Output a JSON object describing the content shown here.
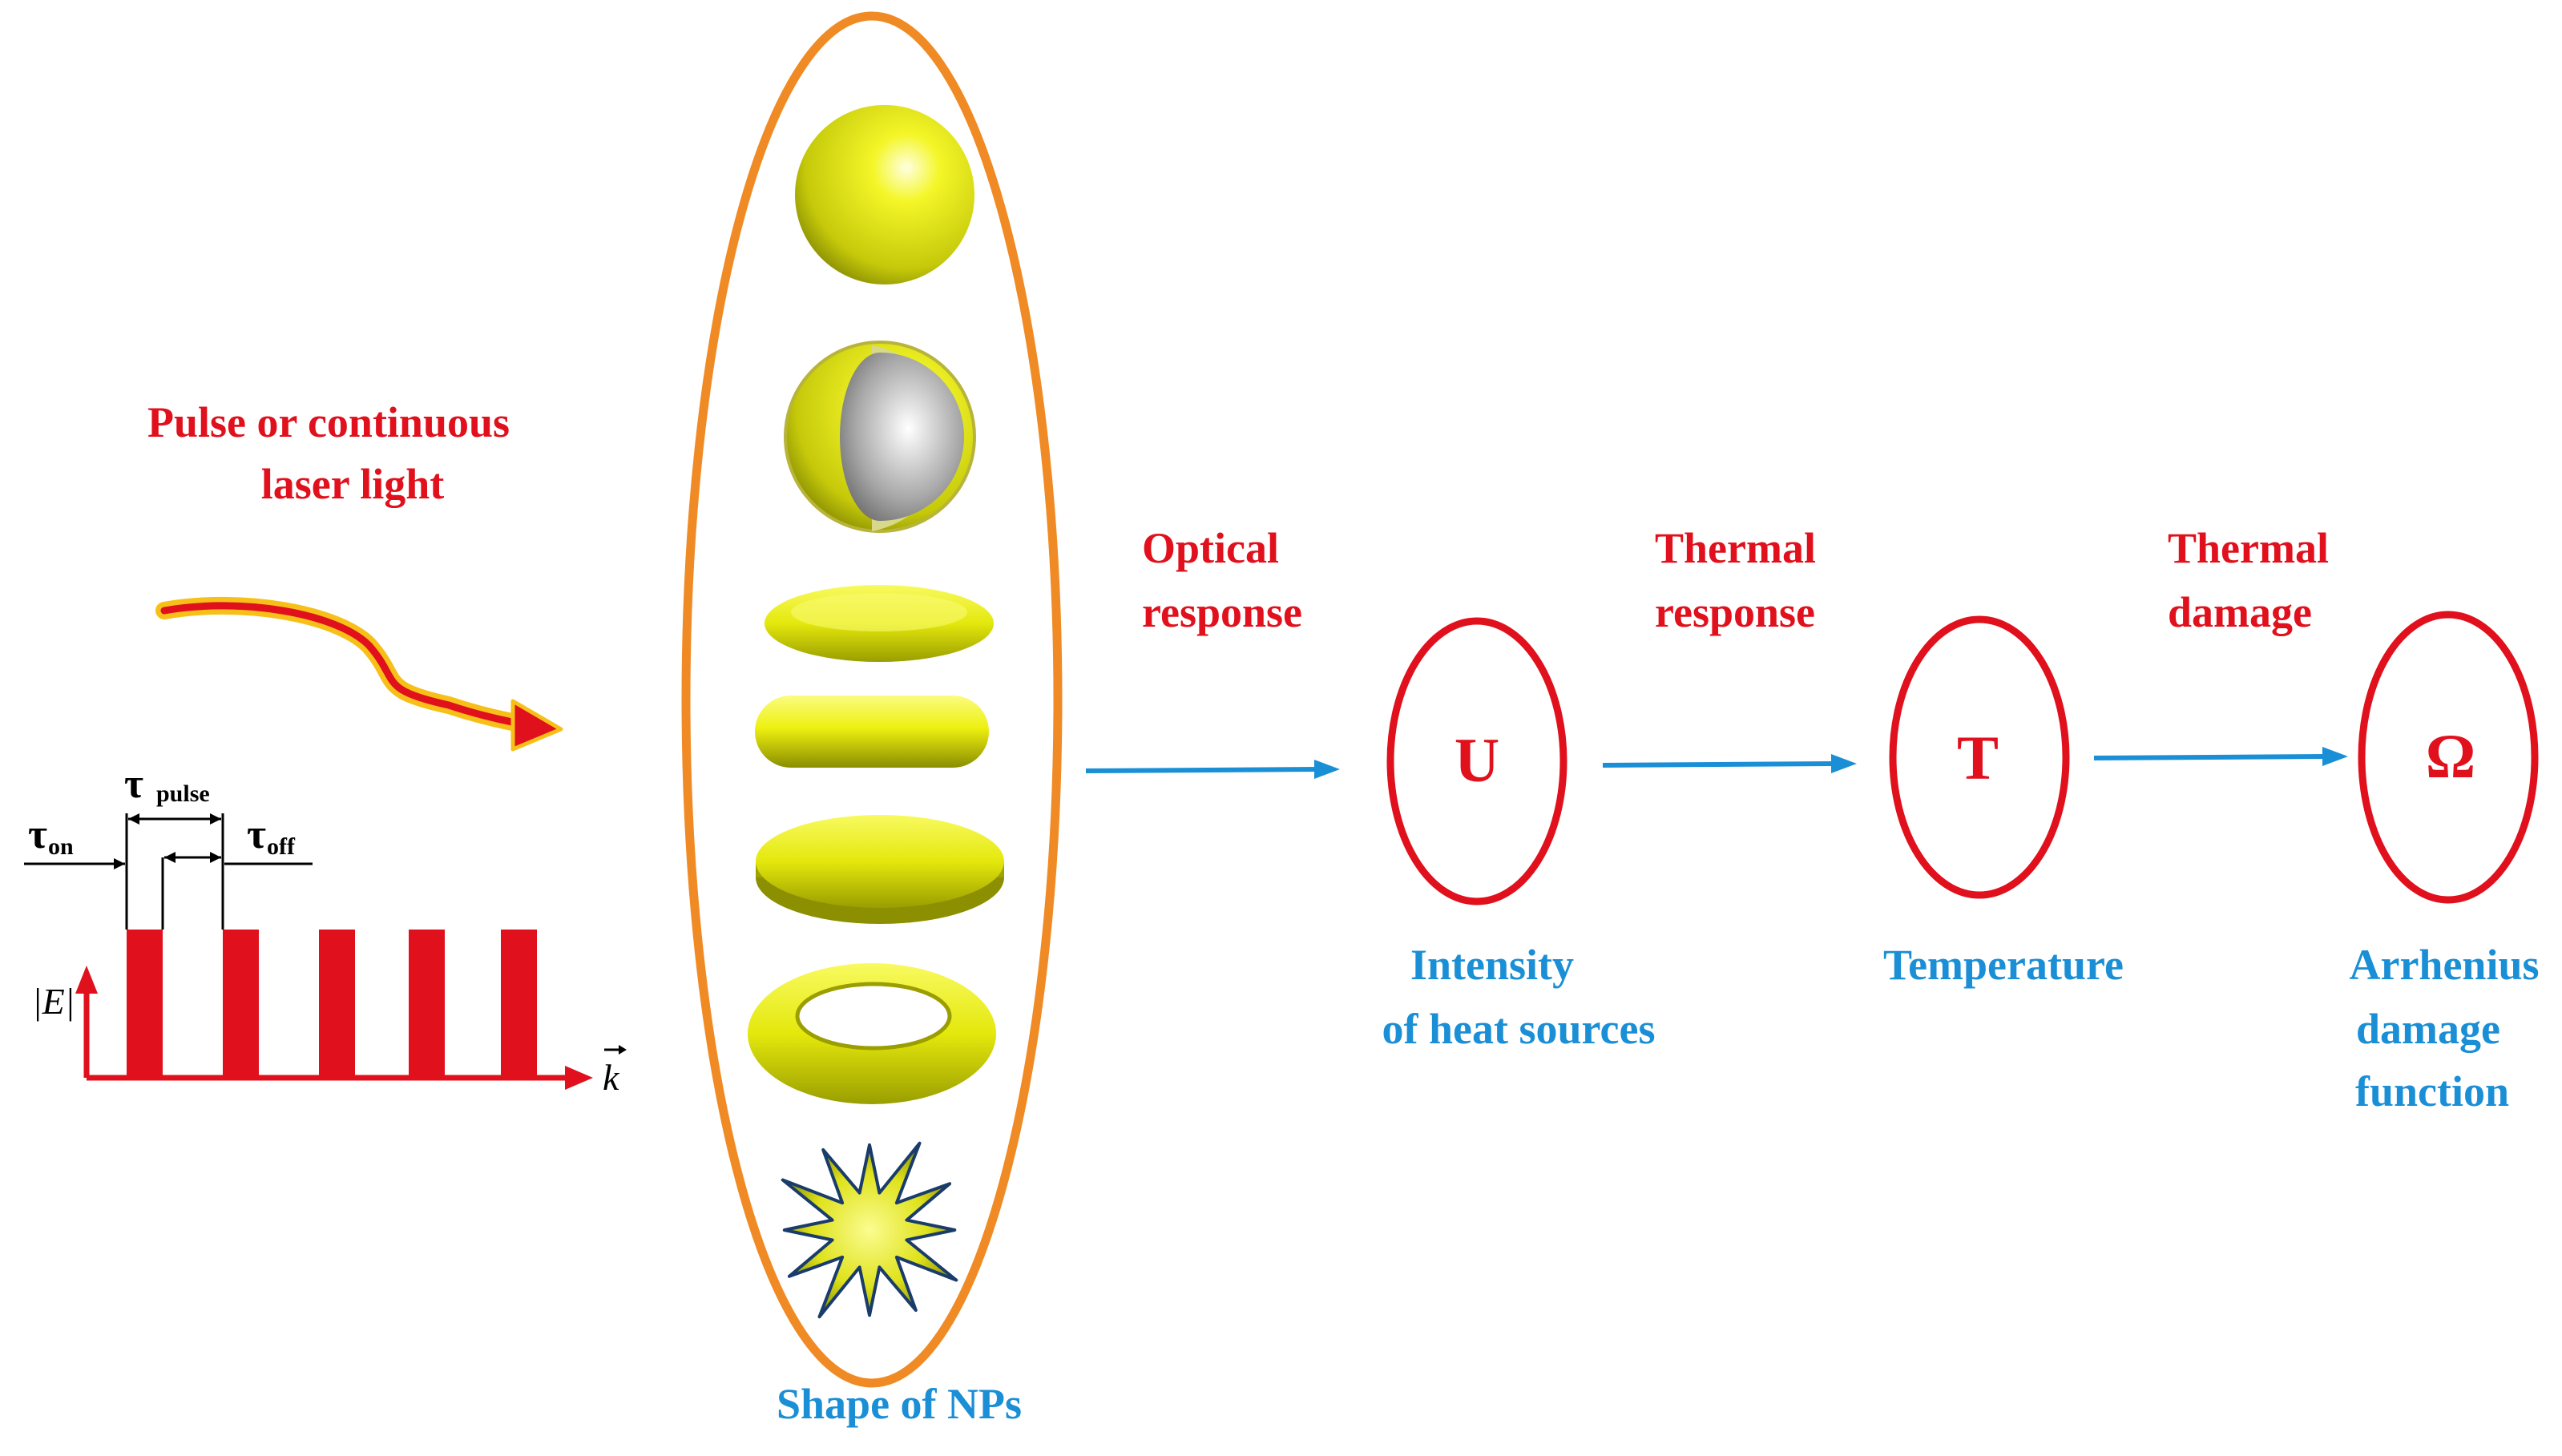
{
  "laser": {
    "title_line1": "Pulse or continuous",
    "title_line2": "laser light"
  },
  "pulse_diagram": {
    "tau_symbol": "τ",
    "tau_pulse_sub": "pulse",
    "tau_on_sub": "on",
    "tau_off_sub": "off",
    "y_axis_label": "|E|",
    "x_axis_label": "k",
    "pulse_count": 5
  },
  "nanoparticles": {
    "caption": "Shape of NPs",
    "shapes": [
      "sphere",
      "core-shell",
      "ellipsoid",
      "rod",
      "disk",
      "torus",
      "star"
    ]
  },
  "flow": {
    "step1_label_line1": "Optical",
    "step1_label_line2": "response",
    "step2_label_line1": "Thermal",
    "step2_label_line2": "response",
    "step3_label_line1": "Thermal",
    "step3_label_line2": "damage"
  },
  "nodes": [
    {
      "symbol": "U",
      "caption_line1": "Intensity",
      "caption_line2": "of heat sources",
      "caption_line3": ""
    },
    {
      "symbol": "T",
      "caption_line1": "Temperature",
      "caption_line2": "",
      "caption_line3": ""
    },
    {
      "symbol": "Ω",
      "caption_line1": "Arrhenius",
      "caption_line2": "damage",
      "caption_line3": "function"
    }
  ],
  "colors": {
    "red": "#e0101c",
    "blue": "#1a8fd6",
    "orange": "#f08a24",
    "yellow": "#e8ec10"
  }
}
